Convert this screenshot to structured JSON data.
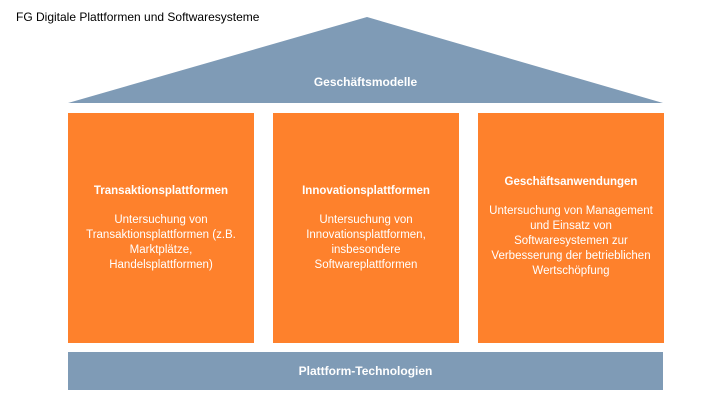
{
  "title": "FG Digitale Plattformen und Softwaresysteme",
  "roof": {
    "label": "Geschäftsmodelle",
    "color": "#7f9bb6"
  },
  "pillars": [
    {
      "heading": "Transaktionsplattformen",
      "text": "Untersuchung von Transaktionsplattformen (z.B. Marktplätze, Handelsplattformen)"
    },
    {
      "heading": "Innovationsplattformen",
      "text": "Untersuchung von Innovationsplattformen, insbesondere Softwareplattformen"
    },
    {
      "heading": "Geschäftsanwendungen",
      "text": "Untersuchung von Management und Einsatz von Softwaresystemen zur Verbesserung der betrieblichen Wertschöpfung"
    }
  ],
  "pillar_color": "#fe812c",
  "base": {
    "label": "Plattform-Technologien"
  }
}
